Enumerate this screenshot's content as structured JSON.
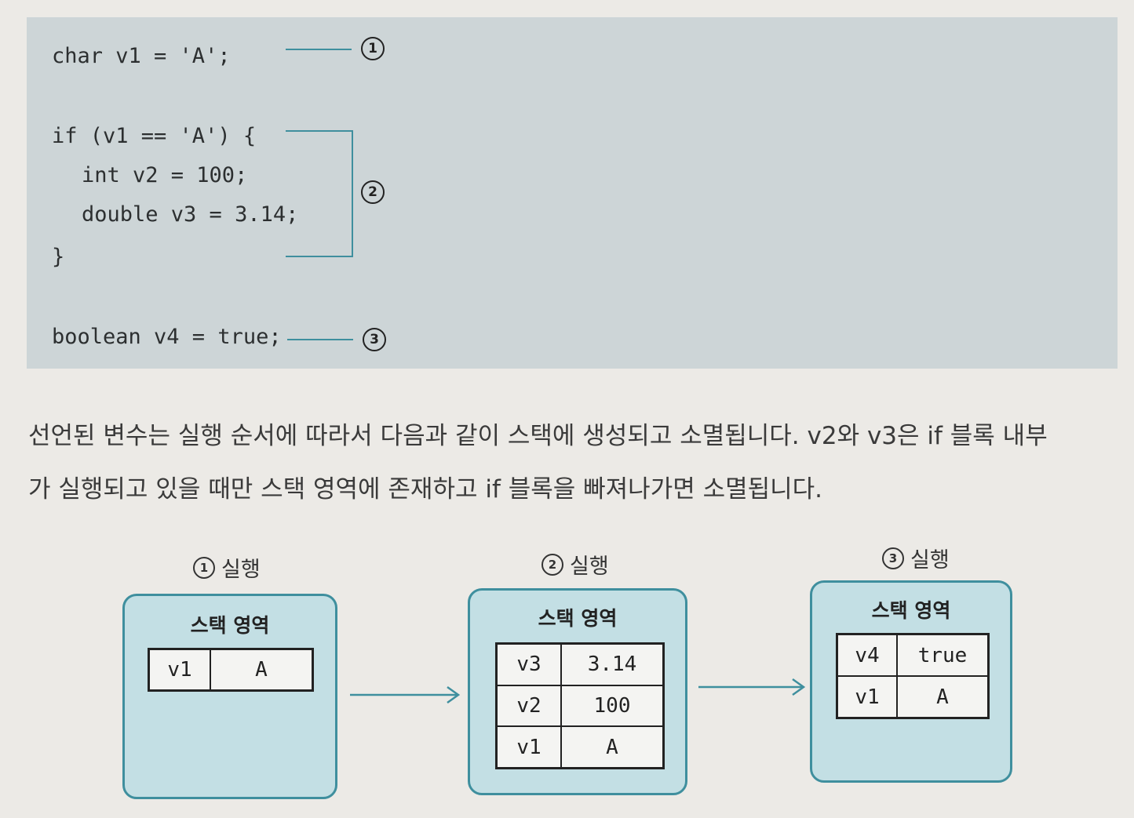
{
  "code": {
    "line1": "char v1 = 'A';",
    "line2": "if (v1 == 'A') {",
    "line3": "int v2 = 100;",
    "line4": "double v3 = 3.14;",
    "line5": "}",
    "line6": "boolean v4 = true;",
    "marker1": "1",
    "marker2": "2",
    "marker3": "3"
  },
  "paragraph": {
    "line1": "선언된 변수는 실행 순서에 따라서 다음과 같이 스택에 생성되고 소멸됩니다. v2와 v3은 if 블록 내부",
    "line2": "가 실행되고 있을 때만 스택 영역에 존재하고 if 블록을 빠져나가면 소멸됩니다."
  },
  "steps": [
    {
      "num": "1",
      "label": "실행",
      "title": "스택 영역",
      "rows": [
        {
          "name": "v1",
          "value": "A"
        }
      ]
    },
    {
      "num": "2",
      "label": "실행",
      "title": "스택 영역",
      "rows": [
        {
          "name": "v3",
          "value": "3.14"
        },
        {
          "name": "v2",
          "value": "100"
        },
        {
          "name": "v1",
          "value": "A"
        }
      ]
    },
    {
      "num": "3",
      "label": "실행",
      "title": "스택 영역",
      "rows": [
        {
          "name": "v4",
          "value": "true"
        },
        {
          "name": "v1",
          "value": "A"
        }
      ]
    }
  ],
  "colors": {
    "accent": "#3f8f9e",
    "stack_fill": "#c3dfe4",
    "code_bg": "#cdd5d7"
  }
}
